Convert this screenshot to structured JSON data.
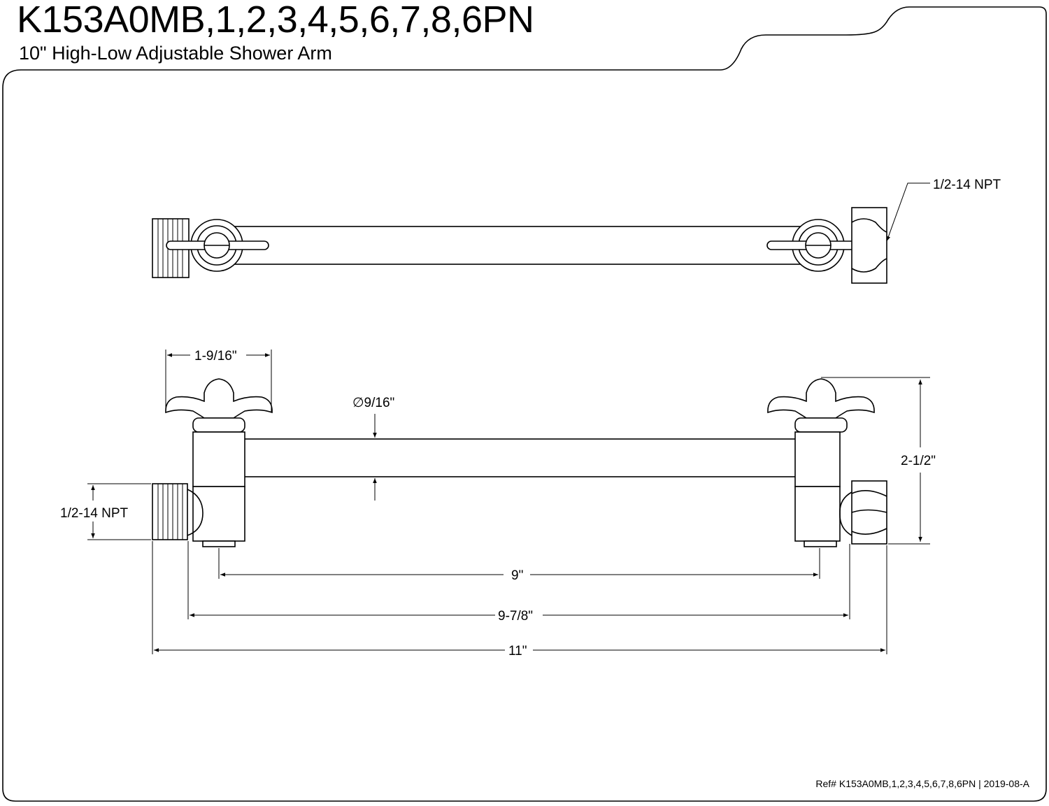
{
  "header": {
    "title": "K153A0MB,1,2,3,4,5,6,7,8,6PN",
    "subtitle": "10\" High-Low Adjustable Shower Arm"
  },
  "labels": {
    "top_npt": "1/2-14 NPT",
    "left_npt": "1/2-14 NPT",
    "knob_width": "1-9/16\"",
    "diameter": "∅9/16\"",
    "height": "2-1/2\"",
    "length_inner": "9\"",
    "length_mid": "9-7/8\"",
    "length_overall": "11\""
  },
  "footer": {
    "ref": "Ref# K153A0MB,1,2,3,4,5,6,7,8,6PN | 2019-08-A"
  }
}
